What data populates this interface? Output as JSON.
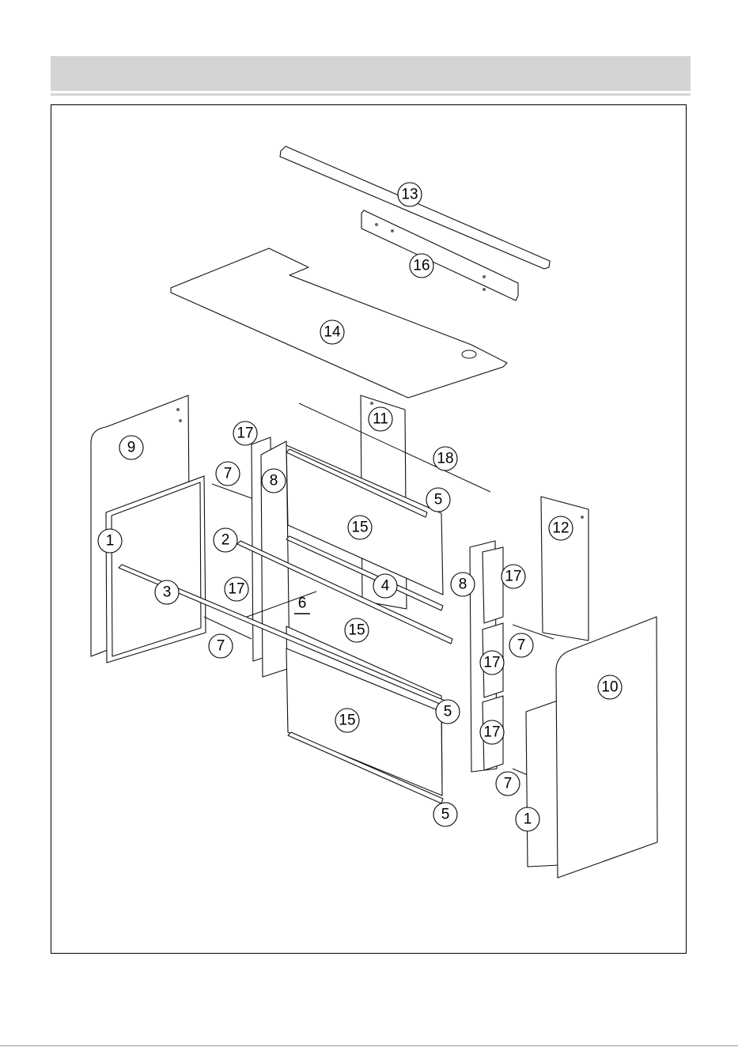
{
  "labels": {
    "p1a": "1",
    "p1b": "1",
    "p2": "2",
    "p3": "3",
    "p4": "4",
    "p5a": "5",
    "p5b": "5",
    "p5c": "5",
    "p6": "6",
    "p7a": "7",
    "p7b": "7",
    "p7c": "7",
    "p7d": "7",
    "p8a": "8",
    "p8b": "8",
    "p9": "9",
    "p10": "10",
    "p11": "11",
    "p12": "12",
    "p13": "13",
    "p14": "14",
    "p15a": "15",
    "p15b": "15",
    "p15c": "15",
    "p16": "16",
    "p17a": "17",
    "p17b": "17",
    "p17c": "17",
    "p17d": "17",
    "p17e": "17",
    "p18": "18"
  }
}
